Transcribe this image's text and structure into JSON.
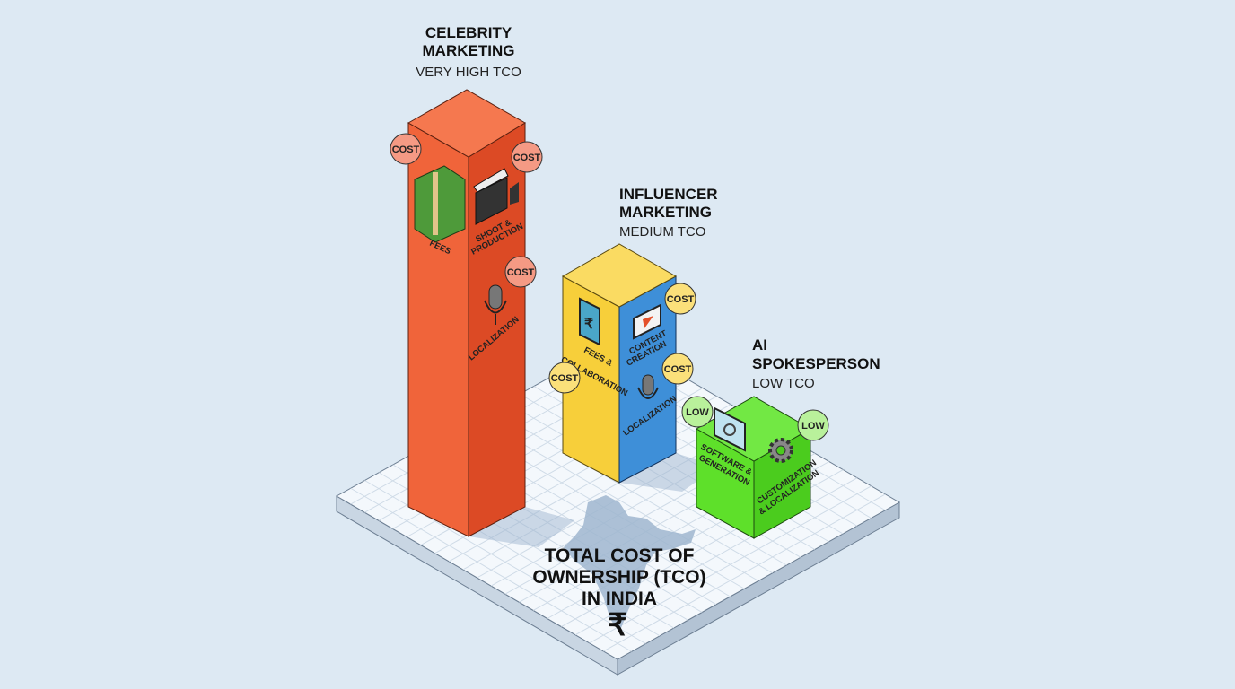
{
  "colors": {
    "background": "#dde9f3",
    "celebrity": "#f0643a",
    "influencer_left": "#f7cf3a",
    "influencer_right": "#3e8fd8",
    "ai": "#5ee02a",
    "platform": "#f4f8fc"
  },
  "title": {
    "line1": "TOTAL COST OF",
    "line2": "OWNERSHIP (TCO)",
    "line3": "IN INDIA",
    "currency_symbol": "₹"
  },
  "bars": [
    {
      "name_line1": "CELEBRITY",
      "name_line2": "MARKETING",
      "tco": "VERY HIGH TCO",
      "labels": [
        "FEES",
        "SHOOT &",
        "PRODUCTION",
        "LOCALIZATION"
      ],
      "bubbles": [
        "COST",
        "COST",
        "COST"
      ],
      "icons": [
        "money-stack-icon",
        "clapperboard-icon",
        "microphone-icon"
      ]
    },
    {
      "name_line1": "INFLUENCER",
      "name_line2": "MARKETING",
      "tco": "MEDIUM TCO",
      "labels": [
        "FEES &",
        "COLLABORATION",
        "CONTENT",
        "CREATION",
        "LOCALIZATION"
      ],
      "bubbles": [
        "COST",
        "COST",
        "COST"
      ],
      "icons": [
        "phone-rupee-icon",
        "video-play-icon",
        "microphone-icon"
      ]
    },
    {
      "name_line1": "AI",
      "name_line2": "SPOKESPERSON",
      "tco": "LOW TCO",
      "labels": [
        "SOFTWARE &",
        "GENERATION",
        "CUSTOMIZATION",
        "& LOCALIZATION"
      ],
      "bubbles": [
        "LOW",
        "LOW"
      ],
      "icons": [
        "monitor-icon",
        "gear-icon"
      ]
    }
  ]
}
